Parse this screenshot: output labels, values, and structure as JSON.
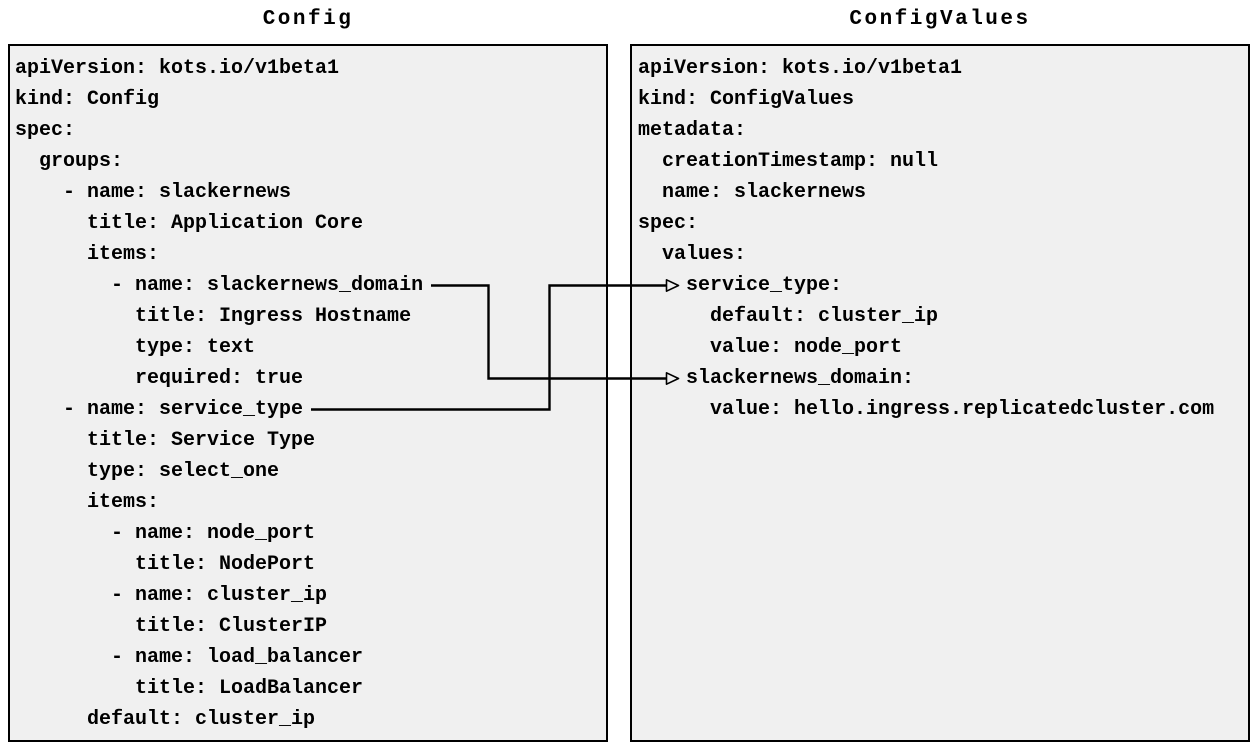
{
  "colors": {
    "page_background": "#ffffff",
    "panel_background": "#f0f0f0",
    "panel_border": "#000000",
    "text": "#000000",
    "connector": "#000000"
  },
  "left_panel": {
    "title": "Config",
    "lines": [
      "apiVersion: kots.io/v1beta1",
      "kind: Config",
      "spec:",
      "  groups:",
      "    - name: slackernews",
      "      title: Application Core",
      "      items:",
      "        - name: slackernews_domain",
      "          title: Ingress Hostname",
      "          type: text",
      "          required: true",
      "    - name: service_type",
      "      title: Service Type",
      "      type: select_one",
      "      items:",
      "        - name: node_port",
      "          title: NodePort",
      "        - name: cluster_ip",
      "          title: ClusterIP",
      "        - name: load_balancer",
      "          title: LoadBalancer",
      "      default: cluster_ip"
    ]
  },
  "right_panel": {
    "title": "ConfigValues",
    "lines": [
      "apiVersion: kots.io/v1beta1",
      "kind: ConfigValues",
      "metadata:",
      "  creationTimestamp: null",
      "  name: slackernews",
      "spec:",
      "  values:",
      "    service_type:",
      "      default: cluster_ip",
      "      value: node_port",
      "    slackernews_domain:",
      "      value: hello.ingress.replicatedcluster.com"
    ]
  },
  "connectors": [
    {
      "from": "name: slackernews_domain",
      "to": "slackernews_domain:"
    },
    {
      "from": "name: service_type",
      "to": "service_type:"
    }
  ]
}
